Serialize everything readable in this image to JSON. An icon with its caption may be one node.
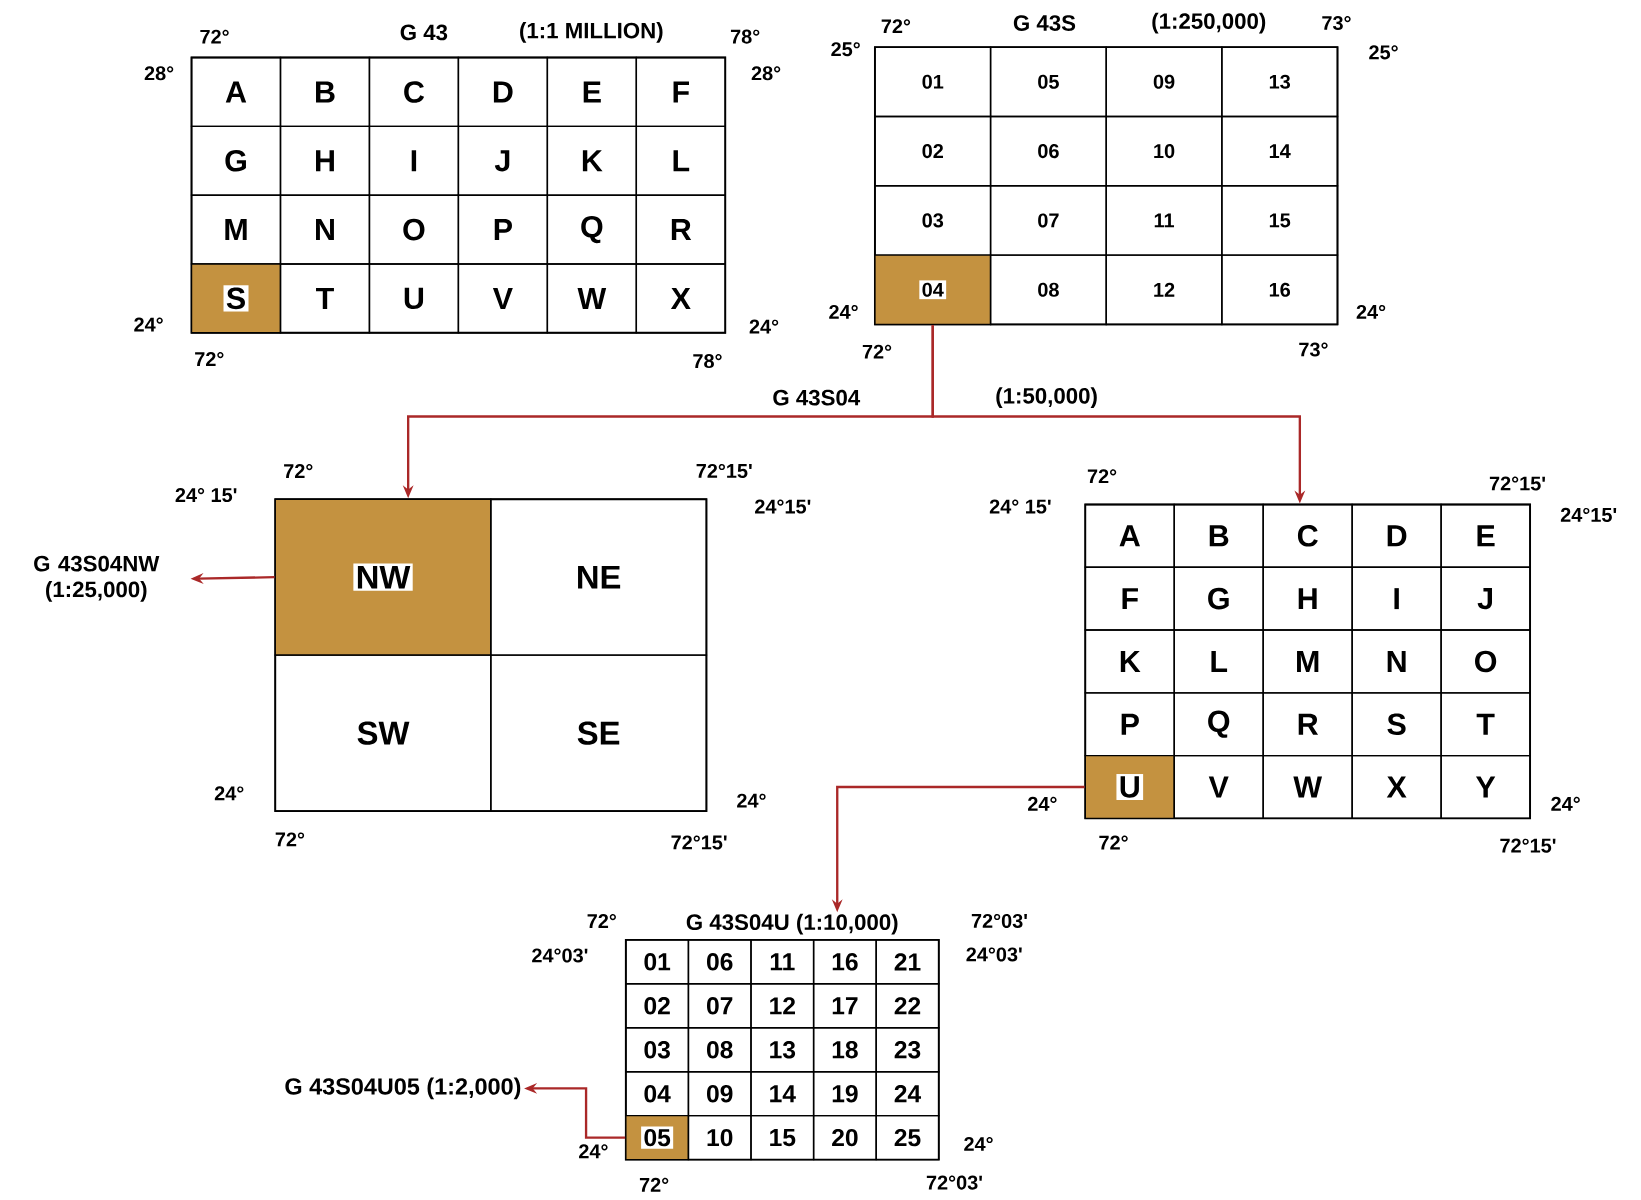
{
  "diagram": {
    "nodes": [
      {
        "text": [
          "G 43",
          "(1:1 MILLION)"
        ]
      },
      {
        "text": [
          "A"
        ],
        "in": 0
      },
      {
        "text": [
          "B"
        ],
        "in": 0
      },
      {
        "text": [
          "C"
        ],
        "in": 0
      },
      {
        "text": [
          "D"
        ],
        "in": 0
      },
      {
        "text": [
          "E"
        ],
        "in": 0
      },
      {
        "text": [
          "F"
        ],
        "in": 0
      },
      {
        "text": [
          "G"
        ],
        "in": 0
      },
      {
        "text": [
          "H"
        ],
        "in": 0
      },
      {
        "text": [
          "I"
        ],
        "in": 0
      },
      {
        "text": [
          "J"
        ],
        "in": 0
      },
      {
        "text": [
          "K"
        ],
        "in": 0
      },
      {
        "text": [
          "L"
        ],
        "in": 0
      },
      {
        "text": [
          "M"
        ],
        "in": 0
      },
      {
        "text": [
          "N"
        ],
        "in": 0
      },
      {
        "text": [
          "O"
        ],
        "in": 0
      },
      {
        "text": [
          "P"
        ],
        "in": 0
      },
      {
        "text": [
          "Q"
        ],
        "in": 0
      },
      {
        "text": [
          "R"
        ],
        "in": 0
      },
      {
        "text": [
          "S"
        ],
        "in": 0
      },
      {
        "text": [
          "T"
        ],
        "in": 0
      },
      {
        "text": [
          "U"
        ],
        "in": 0
      },
      {
        "text": [
          "V"
        ],
        "in": 0
      },
      {
        "text": [
          "W"
        ],
        "in": 0
      },
      {
        "text": [
          "X"
        ],
        "in": 0
      },
      {
        "text": [
          "G 43S",
          "(1:250,000)"
        ]
      },
      {
        "text": [
          "01"
        ],
        "in": 25
      },
      {
        "text": [
          "05"
        ],
        "in": 25
      },
      {
        "text": [
          "09"
        ],
        "in": 25
      },
      {
        "text": [
          "13"
        ],
        "in": 25
      },
      {
        "text": [
          "02"
        ],
        "in": 25
      },
      {
        "text": [
          "06"
        ],
        "in": 25
      },
      {
        "text": [
          "10"
        ],
        "in": 25
      },
      {
        "text": [
          "14"
        ],
        "in": 25
      },
      {
        "text": [
          "03"
        ],
        "in": 25
      },
      {
        "text": [
          "07"
        ],
        "in": 25
      },
      {
        "text": [
          "11"
        ],
        "in": 25
      },
      {
        "text": [
          "15"
        ],
        "in": 25
      },
      {
        "text": [
          "04"
        ],
        "in": 25
      },
      {
        "text": [
          "08"
        ],
        "in": 25
      },
      {
        "text": [
          "12"
        ],
        "in": 25
      },
      {
        "text": [
          "16"
        ],
        "in": 25
      },
      {
        "text": [],
        "shape": "box"
      },
      {
        "text": [
          "NW"
        ],
        "in": 42
      },
      {
        "text": [
          "NE"
        ],
        "in": 42
      },
      {
        "text": [
          "SW"
        ],
        "in": 42
      },
      {
        "text": [
          "SE"
        ],
        "in": 42
      },
      {
        "text": [],
        "shape": "box"
      },
      {
        "text": [
          "A"
        ],
        "in": 47
      },
      {
        "text": [
          "B"
        ],
        "in": 47
      },
      {
        "text": [
          "C"
        ],
        "in": 47
      },
      {
        "text": [
          "D"
        ],
        "in": 47
      },
      {
        "text": [
          "E"
        ],
        "in": 47
      },
      {
        "text": [
          "F"
        ],
        "in": 47
      },
      {
        "text": [
          "G"
        ],
        "in": 47
      },
      {
        "text": [
          "H"
        ],
        "in": 47
      },
      {
        "text": [
          "I"
        ],
        "in": 47
      },
      {
        "text": [
          "J"
        ],
        "in": 47
      },
      {
        "text": [
          "K"
        ],
        "in": 47
      },
      {
        "text": [
          "L"
        ],
        "in": 47
      },
      {
        "text": [
          "M"
        ],
        "in": 47
      },
      {
        "text": [
          "N"
        ],
        "in": 47
      },
      {
        "text": [
          "O"
        ],
        "in": 47
      },
      {
        "text": [
          "P"
        ],
        "in": 47
      },
      {
        "text": [
          "Q"
        ],
        "in": 47
      },
      {
        "text": [
          "R"
        ],
        "in": 47
      },
      {
        "text": [
          "S"
        ],
        "in": 47
      },
      {
        "text": [
          "T"
        ],
        "in": 47
      },
      {
        "text": [
          "U"
        ],
        "in": 47
      },
      {
        "text": [
          "V"
        ],
        "in": 47
      },
      {
        "text": [
          "W"
        ],
        "in": 47
      },
      {
        "text": [
          "X"
        ],
        "in": 47
      },
      {
        "text": [
          "Y"
        ],
        "in": 47
      },
      {
        "text": [
          "G 43S04U (1:10,000)"
        ]
      },
      {
        "text": [
          "01"
        ],
        "in": 73
      },
      {
        "text": [
          "06"
        ],
        "in": 73
      },
      {
        "text": [
          "11"
        ],
        "in": 73
      },
      {
        "text": [
          "16"
        ],
        "in": 73
      },
      {
        "text": [
          "21"
        ],
        "in": 73
      },
      {
        "text": [
          "02"
        ],
        "in": 73
      },
      {
        "text": [
          "07"
        ],
        "in": 73
      },
      {
        "text": [
          "12"
        ],
        "in": 73
      },
      {
        "text": [
          "17"
        ],
        "in": 73
      },
      {
        "text": [
          "22"
        ],
        "in": 73
      },
      {
        "text": [
          "03"
        ],
        "in": 73
      },
      {
        "text": [
          "08"
        ],
        "in": 73
      },
      {
        "text": [
          "13"
        ],
        "in": 73
      },
      {
        "text": [
          "18"
        ],
        "in": 73
      },
      {
        "text": [
          "23"
        ],
        "in": 73
      },
      {
        "text": [
          "04"
        ],
        "in": 73
      },
      {
        "text": [
          "09"
        ],
        "in": 73
      },
      {
        "text": [
          "14"
        ],
        "in": 73
      },
      {
        "text": [
          "19"
        ],
        "in": 73
      },
      {
        "text": [
          "24"
        ],
        "in": 73
      },
      {
        "text": [
          "05"
        ],
        "in": 73
      },
      {
        "text": [
          "10"
        ],
        "in": 73
      },
      {
        "text": [
          "15"
        ],
        "in": 73
      },
      {
        "text": [
          "20"
        ],
        "in": 73
      },
      {
        "text": [
          "25"
        ],
        "in": 73
      },
      {
        "text": [
          "G 43S04NW (1:25,000)"
        ]
      },
      {
        "text": [
          "G 43S04U05 (1:2,000)"
        ]
      }
    ],
    "edges": [
      {
        "from": 38,
        "to": 42,
        "arrow": "to",
        "label": "G 43S04"
      },
      {
        "from": 38,
        "to": 47,
        "arrow": "to",
        "label": "(1:50,000)"
      },
      {
        "from": 43,
        "to": 99,
        "arrow": "to"
      },
      {
        "from": 68,
        "to": 73,
        "arrow": "to"
      },
      {
        "from": 94,
        "to": 100,
        "arrow": "to"
      }
    ],
    "labels": [
      "72°",
      "78°",
      "28°",
      "28°",
      "24°",
      "24°",
      "72°",
      "78°",
      "72°",
      "73°",
      "25°",
      "25°",
      "24°",
      "24°",
      "72°",
      "73°",
      "72°",
      "72°15'",
      "24° 15'",
      "24°15'",
      "24°",
      "24°",
      "72°",
      "72°15'",
      "72°",
      "72°15'",
      "24° 15'",
      "24°15'",
      "24°",
      "24°",
      "72°",
      "72°15'",
      "72°",
      "72°03'",
      "24°03'",
      "24°03'",
      "24°",
      "24°",
      "72°",
      "72°03'"
    ]
  }
}
